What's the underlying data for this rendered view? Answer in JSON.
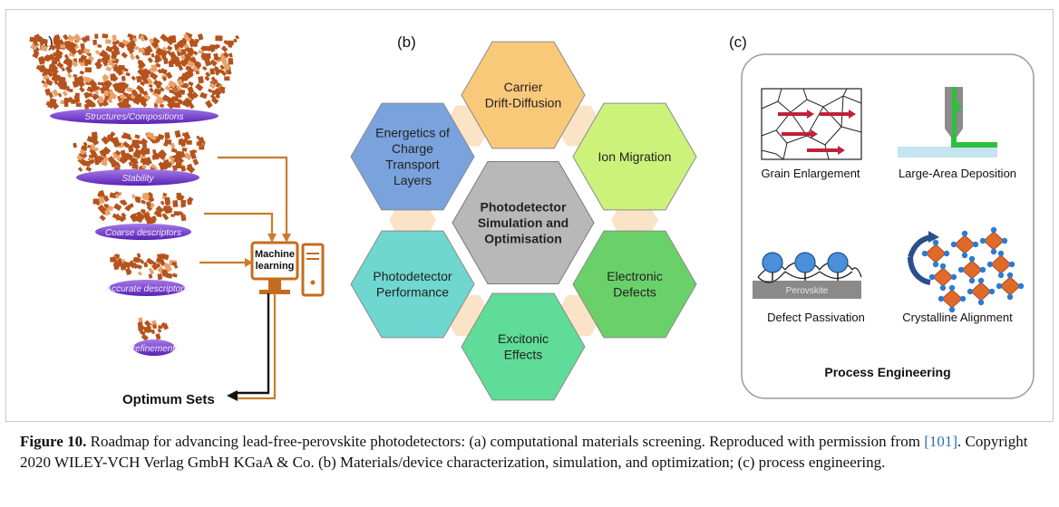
{
  "panels": {
    "a": {
      "label": "(a)",
      "funnel_layers": [
        "Structures/Compositions",
        "Stability",
        "Coarse descriptors",
        "Accurate descriptors",
        "Refinements"
      ],
      "machine_learning": [
        "Machine",
        "learning"
      ],
      "output": "Optimum Sets",
      "colors": {
        "particle": "#b5531d",
        "band": "#7b3fd1",
        "arrow": "#cc7a2d",
        "computer": "#c56c1c"
      }
    },
    "b": {
      "label": "(b)",
      "center": [
        "Photodetector",
        "Simulation and",
        "Optimisation"
      ],
      "hexagons": [
        {
          "lines": [
            "Carrier",
            "Drift-Diffusion"
          ],
          "color": "#f9c97a"
        },
        {
          "lines": [
            "Ion Migration"
          ],
          "color": "#ccf27a"
        },
        {
          "lines": [
            "Electronic",
            "Defects"
          ],
          "color": "#6ad16a"
        },
        {
          "lines": [
            "Excitonic",
            "Effects"
          ],
          "color": "#5fdc98"
        },
        {
          "lines": [
            "Photodetector",
            "Performance"
          ],
          "color": "#6fd6d0"
        },
        {
          "lines": [
            "Energetics of",
            "Charge",
            "Transport",
            "Layers"
          ],
          "color": "#7aa2dc"
        }
      ],
      "center_color": "#b8b8b8",
      "connector_color": "#fbe3c8"
    },
    "c": {
      "label": "(c)",
      "items": [
        "Grain Enlargement",
        "Large-Area Deposition",
        "Defect Passivation",
        "Crystalline Alignment"
      ],
      "substrate_label": "Perovskite",
      "footer": "Process Engineering"
    }
  },
  "caption": {
    "figure": "Figure 10.",
    "text_before_ref": " Roadmap for advancing lead-free-perovskite photodetectors: (a) computational materials screening. Reproduced with permission from ",
    "ref": "[101]",
    "text_after_ref": ". Copyright 2020 WILEY-VCH Verlag GmbH KGaA & Co. (b) Materials/device characterization, simulation, and optimization; (c) process engineering."
  }
}
